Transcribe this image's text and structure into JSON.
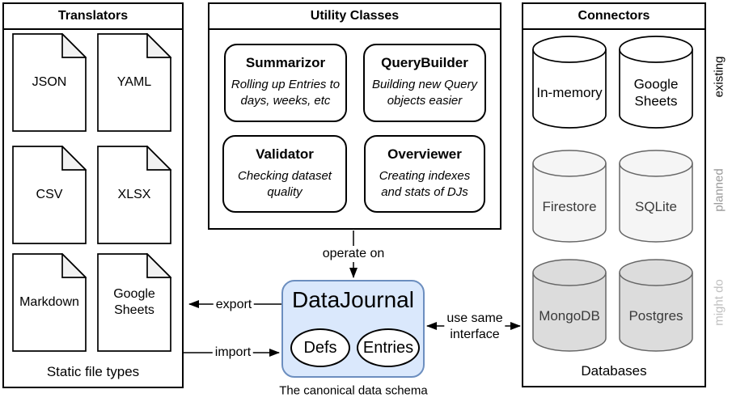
{
  "translators": {
    "title": "Translators",
    "footer": "Static file types",
    "files": [
      {
        "label": "JSON"
      },
      {
        "label": "YAML"
      },
      {
        "label": "CSV"
      },
      {
        "label": "XLSX"
      },
      {
        "label": "Markdown"
      },
      {
        "label": "Google\nSheets"
      }
    ]
  },
  "utilities": {
    "title": "Utility Classes",
    "classes": [
      {
        "name": "Summarizor",
        "desc": "Rolling up Entries to\ndays, weeks, etc"
      },
      {
        "name": "QueryBuilder",
        "desc": "Building new Query\nobjects easier"
      },
      {
        "name": "Validator",
        "desc": "Checking dataset\nquality"
      },
      {
        "name": "Overviewer",
        "desc": "Creating indexes\nand stats of DJs"
      }
    ]
  },
  "connectors": {
    "title": "Connectors",
    "footer": "Databases",
    "databases": [
      {
        "label": "In-memory",
        "status": "existing"
      },
      {
        "label": "Google\nSheets",
        "status": "existing"
      },
      {
        "label": "Firestore",
        "status": "planned"
      },
      {
        "label": "SQLite",
        "status": "planned"
      },
      {
        "label": "MongoDB",
        "status": "might do"
      },
      {
        "label": "Postgres",
        "status": "might do"
      }
    ],
    "side_labels": [
      {
        "text": "existing",
        "color": "#000000"
      },
      {
        "text": "planned",
        "color": "#999999"
      },
      {
        "text": "might do",
        "color": "#c0c0c0"
      }
    ]
  },
  "datajournal": {
    "title": "DataJournal",
    "entities": [
      {
        "label": "Defs"
      },
      {
        "label": "Entries"
      }
    ],
    "caption": "The canonical data schema",
    "fill": "#dae8fc",
    "stroke": "#6c8ebf"
  },
  "arrows": {
    "operate_on": "operate on",
    "export": "export",
    "import": "import",
    "use_same_interface": "use same\ninterface"
  },
  "colors": {
    "existing_fill": "#ffffff",
    "planned_fill": "#f5f5f5",
    "might_do_fill": "#dcdcdc",
    "fold_fill": "#f2f2f2",
    "gray_stroke": "#666666"
  }
}
